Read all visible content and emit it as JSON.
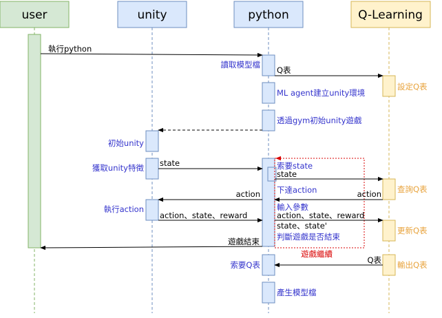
{
  "colors": {
    "user_fill": "#d5e8d4",
    "user_stroke": "#82b366",
    "unity_fill": "#dae8fc",
    "unity_stroke": "#6c8ebf",
    "python_fill": "#dae8fc",
    "python_stroke": "#6c8ebf",
    "ql_fill": "#fff2cc",
    "ql_stroke": "#d6b656",
    "blue_text": "#3333cc",
    "orange_text": "#e8a33c",
    "red": "#d90000",
    "black_text": "#000000"
  },
  "participants": {
    "user": "user",
    "unity": "unity",
    "python": "python",
    "qlearning": "Q-Learning"
  },
  "activation_labels": {
    "read_model": "讀取模型檔",
    "build_env": "ML agent建立unity環境",
    "init_game": "透過gym初始unity遊戲",
    "unity_init": "初始unity",
    "unity_get_features": "獲取unity特徵",
    "request_state": "索要state",
    "issue_action": "下達action",
    "input_params": "輸入參數",
    "unity_exec_action": "執行action",
    "judge_end": "判斷遊戲是否結束",
    "request_q": "索要Q表",
    "produce_model": "產生模型檔",
    "set_q": "設定Q表",
    "query_q": "查詢Q表",
    "update_q": "更新Q表",
    "output_q": "輸出Q表"
  },
  "message_labels": {
    "exec_python": "執行python",
    "q_table": "Q表",
    "state_unity": "state",
    "state_python": "state",
    "action_ql": "action",
    "action_python": "action",
    "action_state_reward_unity": "action、state、reward",
    "action_state_reward_python": "action、state、reward",
    "state_state2": "state、state'",
    "game_over": "遊戲結束",
    "game_continue": "遊戲繼續",
    "q_table_return": "Q表"
  }
}
